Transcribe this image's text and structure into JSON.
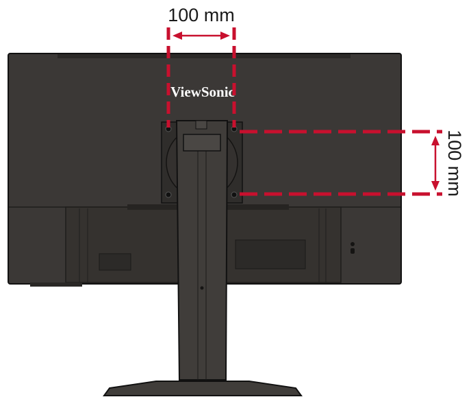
{
  "diagram": {
    "brand_logo": "ViewSonic",
    "horizontal_dimension_label": "100 mm",
    "vertical_dimension_label": "100 mm"
  },
  "colors": {
    "monitor_body": "#3b3836",
    "monitor_outline": "#111111",
    "dimension_red": "#c8102e",
    "text": "#1a1a1a"
  }
}
